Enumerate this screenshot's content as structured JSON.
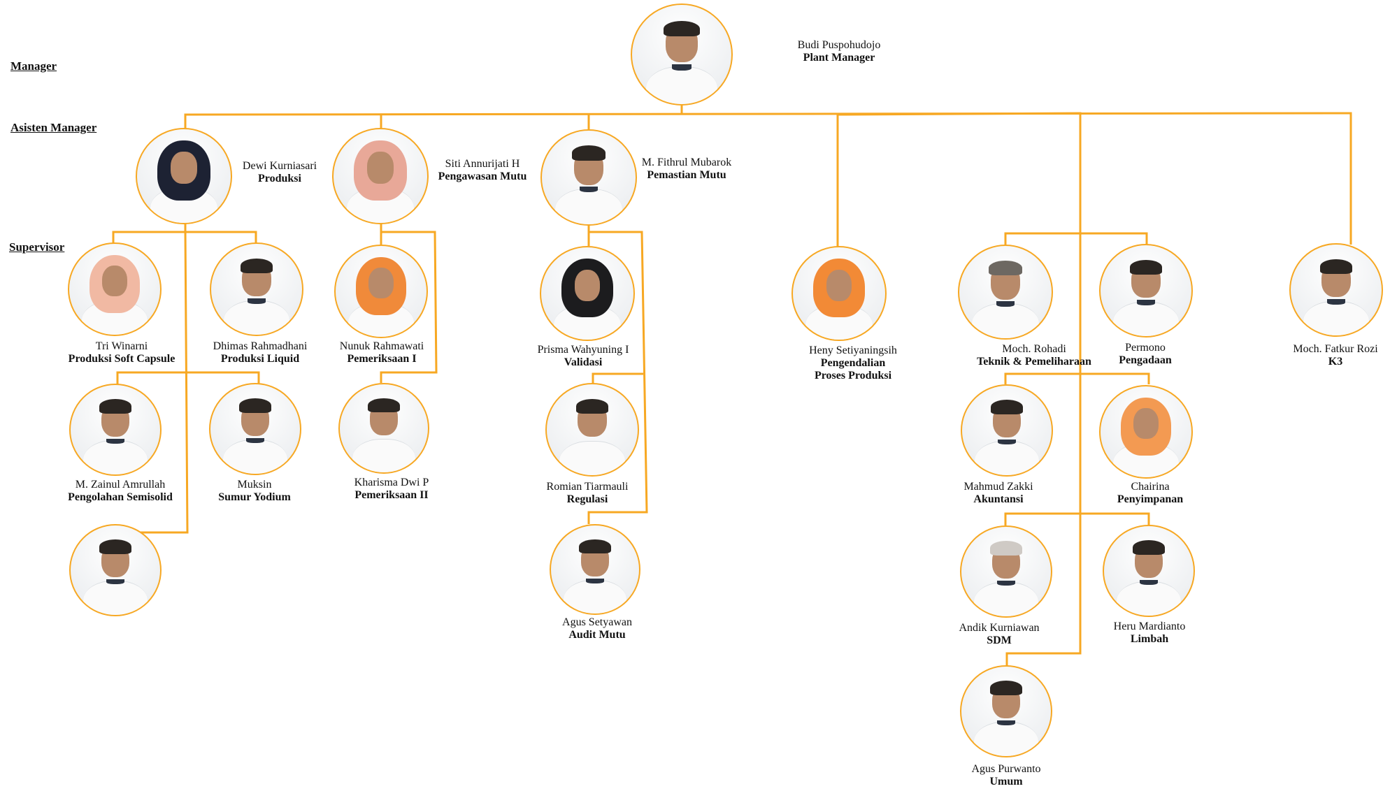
{
  "levels": {
    "manager": "Manager",
    "asisten": "Asisten Manager",
    "supervisor": "Supervisor"
  },
  "colors": {
    "connector": "#f7a823",
    "photo_border": "#f7a823"
  },
  "people": {
    "budi": {
      "name": "Budi Puspohudojo",
      "role": "Plant Manager"
    },
    "dewi": {
      "name": "Dewi Kurniasari",
      "role": "Produksi"
    },
    "siti": {
      "name": "Siti Annurijati H",
      "role": "Pengawasan Mutu"
    },
    "fithrul": {
      "name": "M. Fithrul Mubarok",
      "role": "Pemastian Mutu"
    },
    "tri": {
      "name": "Tri Winarni",
      "role": "Produksi Soft Capsule"
    },
    "dhimas": {
      "name": "Dhimas Rahmadhani",
      "role": "Produksi Liquid"
    },
    "nunuk": {
      "name": "Nunuk Rahmawati",
      "role": "Pemeriksaan I"
    },
    "prisma": {
      "name": "Prisma Wahyuning I",
      "role": "Validasi"
    },
    "heny": {
      "name": "Heny Setiyaningsih",
      "role": "Pengendalian",
      "role2": "Proses Produksi"
    },
    "rohadi": {
      "name": "Moch. Rohadi",
      "role": "Teknik & Pemeliharaan"
    },
    "permono": {
      "name": "Permono",
      "role": "Pengadaan"
    },
    "fatkur": {
      "name": "Moch. Fatkur Rozi",
      "role": "K3"
    },
    "zainul": {
      "name": "M. Zainul Amrullah",
      "role": "Pengolahan Semisolid"
    },
    "muksin": {
      "name": "Muksin",
      "role": "Sumur Yodium"
    },
    "kharisma": {
      "name": "Kharisma Dwi P",
      "role": "Pemeriksaan II"
    },
    "romian": {
      "name": "Romian Tiarmauli",
      "role": "Regulasi"
    },
    "zakki": {
      "name": "Mahmud Zakki",
      "role": "Akuntansi"
    },
    "chairina": {
      "name": "Chairina",
      "role": "Penyimpanan"
    },
    "agus_s": {
      "name": "Agus Setyawan",
      "role": "Audit Mutu"
    },
    "andik": {
      "name": "Andik Kurniawan",
      "role": "SDM"
    },
    "heru": {
      "name": "Heru Mardianto",
      "role": "Limbah"
    },
    "agus_p": {
      "name": "Agus Purwanto",
      "role": "Umum"
    }
  }
}
